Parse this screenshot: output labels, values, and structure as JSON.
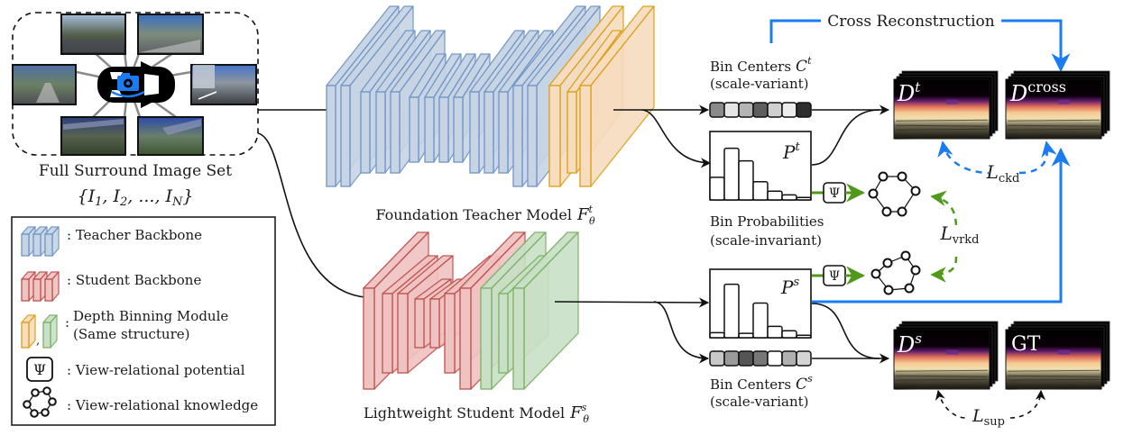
{
  "input": {
    "caption": "Full Surround Image Set",
    "set_notation": "{I1, I2, ..., IN}",
    "set_parts": [
      "{",
      "I",
      "1",
      ", ",
      "I",
      "2",
      ", ..., ",
      "I",
      "N",
      "}"
    ],
    "num_camera_views": 6
  },
  "teacher": {
    "label": "Foundation Teacher Model",
    "symbol": "F",
    "superscript": "t",
    "subscript": "θ"
  },
  "student": {
    "label": "Lightweight Student Model",
    "symbol": "F",
    "superscript": "s",
    "subscript": "θ"
  },
  "bin_centers_teacher": {
    "label": "Bin Centers",
    "symbol": "C",
    "superscript": "t",
    "note": "(scale-variant)",
    "cells": [
      "#8a8a8a",
      "#e6e6e6",
      "#b4b4b4",
      "#5e5e5e",
      "#d0d0d0",
      "#ececec",
      "#2e2e2e"
    ]
  },
  "bin_centers_student": {
    "label": "Bin Centers",
    "symbol": "C",
    "superscript": "s",
    "note": "(scale-variant)",
    "cells": [
      "#c8c8c8",
      "#9a9a9a",
      "#555555",
      "#777777",
      "#ffffff",
      "#b0b0b0",
      "#d4d4d4"
    ]
  },
  "prob_teacher": {
    "symbol": "P",
    "superscript": "t",
    "histogram": [
      0.36,
      0.82,
      0.62,
      0.29,
      0.14,
      0.08,
      0.04
    ]
  },
  "prob_student": {
    "symbol": "P",
    "superscript": "s",
    "histogram": [
      0.08,
      0.85,
      0.07,
      0.55,
      0.18,
      0.11,
      0.04
    ]
  },
  "bin_probabilities": {
    "label": "Bin Probabilities",
    "note": "(scale-invariant)"
  },
  "potential_symbol": "Ψ",
  "depth_maps": {
    "teacher": {
      "symbol": "D",
      "superscript": "t"
    },
    "cross": {
      "symbol": "D",
      "superscript": "cross"
    },
    "student": {
      "symbol": "D",
      "superscript": "s"
    },
    "gt": {
      "label": "GT"
    }
  },
  "cross_reconstruction": {
    "label": "Cross Reconstruction"
  },
  "losses": {
    "ckd": {
      "symbol": "L",
      "subscript": "ckd"
    },
    "vrkd": {
      "symbol": "L",
      "subscript": "vrkd"
    },
    "sup": {
      "symbol": "L",
      "subscript": "sup"
    }
  },
  "legend": {
    "items": [
      {
        "label": ": Teacher Backbone"
      },
      {
        "label": ": Student Backbone"
      },
      {
        "label": "Depth Binning Module",
        "sub": "(Same structure)"
      },
      {
        "label": ": View-relational potential"
      },
      {
        "label": ": View-relational knowledge"
      }
    ]
  },
  "colors": {
    "teacher_fill": "#d6e4f5",
    "teacher_stroke": "#6f94c8",
    "student_fill": "#f6c9c7",
    "student_stroke": "#c0504d",
    "teacher_bin_fill": "#f7dcc0",
    "teacher_bin_stroke": "#d9a012",
    "student_bin_fill": "#c9e0c6",
    "student_bin_stroke": "#7ab265",
    "cross_blue": "#1a7cf0",
    "vr_green": "#4f9a1a"
  }
}
